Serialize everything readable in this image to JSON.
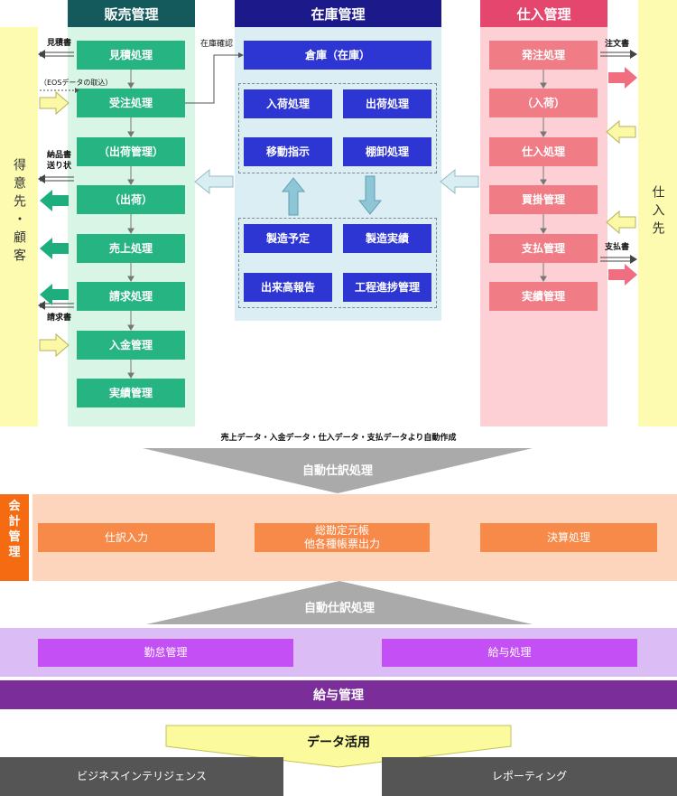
{
  "sales": {
    "title": "販売管理",
    "steps": [
      "見積処理",
      "受注処理",
      "（出荷管理）",
      "（出荷）",
      "売上処理",
      "請求処理",
      "入金管理",
      "実績管理"
    ]
  },
  "inventory": {
    "title": "在庫管理",
    "warehouse": "倉庫（在庫）",
    "ops": [
      "入荷処理",
      "出荷処理",
      "移動指示",
      "棚卸処理"
    ],
    "manufacturing": [
      "製造予定",
      "製造実績",
      "出来高報告",
      "工程進捗管理"
    ]
  },
  "purchasing": {
    "title": "仕入管理",
    "steps": [
      "発注処理",
      "（入荷）",
      "仕入処理",
      "買掛管理",
      "支払管理",
      "実績管理"
    ]
  },
  "customer_label": "得意先・顧客",
  "supplier_label": "仕入先",
  "labels": {
    "quote": "見積書",
    "eos": "（EOSデータの取込）",
    "stock_check": "在庫確認",
    "delivery": "納品書",
    "delivery2": "送り状",
    "invoice": "請求書",
    "order_doc": "注文書",
    "payment_doc": "支払書"
  },
  "auto_source": "売上データ・入金データ・仕入データ・支払データより自動作成",
  "auto_journal_1": "自動仕訳処理",
  "accounting": {
    "title": "会計管理",
    "title_chars": [
      "会",
      "計",
      "管",
      "理"
    ],
    "items": [
      "仕訳入力",
      "総勘定元帳",
      "他各種帳票出力",
      "決算処理"
    ]
  },
  "auto_journal_2": "自動仕訳処理",
  "payroll_items": [
    "勤怠管理",
    "給与処理"
  ],
  "payroll_title": "給与管理",
  "data_use": "データ活用",
  "outputs": [
    "ビジネスインテリジェンス",
    "レポーティング"
  ],
  "colors": {
    "sales_header": "#145a5c",
    "sales_bg": "#d8f5e6",
    "sales_box": "#26b483",
    "inventory_header": "#1c1a8a",
    "inventory_bg": "#dbeef4",
    "inventory_box": "#2d35d2",
    "purchasing_header": "#e5466e",
    "purchasing_bg": "#fdd0d6",
    "purchasing_box": "#f07c85",
    "side_bg": "#fdfbb0",
    "accounting_bg": "#fdd5bd",
    "accounting_box": "#f78a48",
    "accounting_label": "#f56b12",
    "payroll_bg": "#dcbcf4",
    "payroll_box": "#c34ff5",
    "payroll_title": "#7b2d9a",
    "gray_arrow": "#aaaaaa",
    "output_bar": "#555555"
  }
}
